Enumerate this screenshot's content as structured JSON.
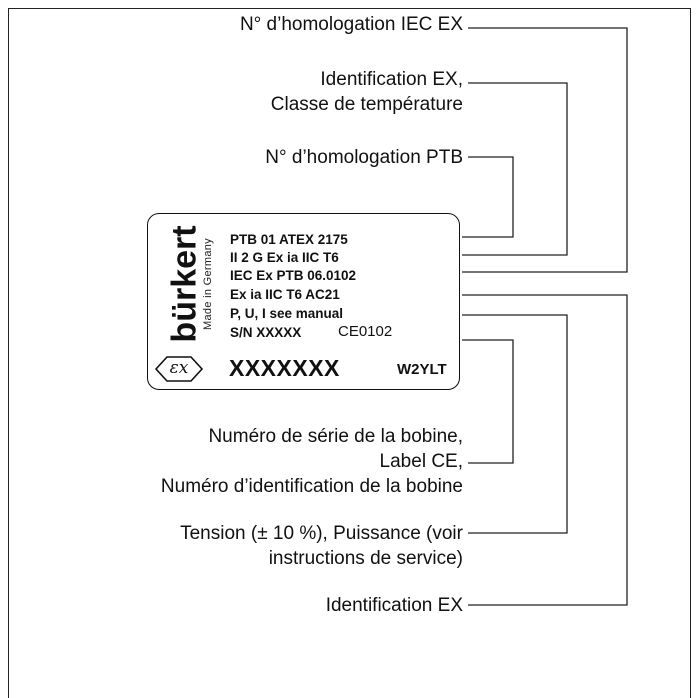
{
  "callouts": {
    "iec_ex_approval": "N° d’homologation IEC EX",
    "ex_identification_line1": "Identification EX,",
    "ex_identification_line2": "Classe de température",
    "ptb_approval": "N° d’homologation PTB",
    "coil_serial_line1": "Numéro de série de la bobine,",
    "coil_serial_line2": "Label CE,",
    "coil_serial_line3": "Numéro d’identification de la bobine",
    "voltage_line1": "Tension (± 10 %), Puissance (voir",
    "voltage_line2": "instructions de service)",
    "ex_identification_bottom": "Identification EX"
  },
  "plate": {
    "brand": "bürkert",
    "made_in": "Made in Germany",
    "lines": [
      "PTB 01 ATEX 2175",
      "II 2 G Ex ia IIC T6",
      "IEC Ex PTB 06.0102",
      "Ex ia IIC T6 AC21",
      "P, U, I see manual"
    ],
    "serial": "S/N XXXXX",
    "ce": "CE0102",
    "ident_number": "XXXXXXX",
    "model_code": "W2YLT",
    "ex_symbol": "εx"
  }
}
